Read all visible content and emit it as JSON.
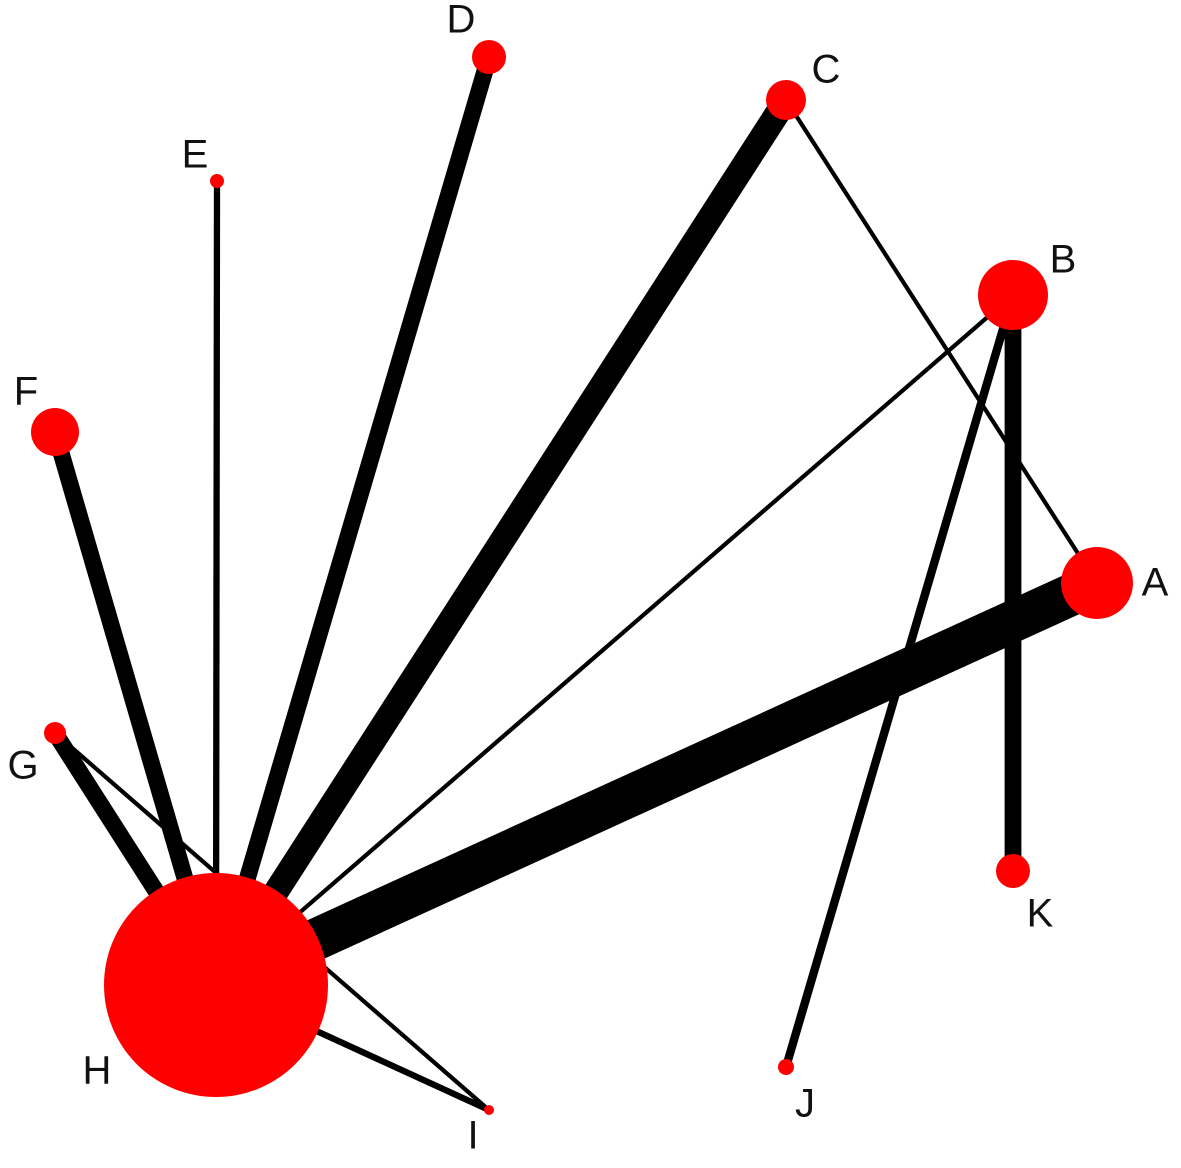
{
  "figure": {
    "type": "network-graph",
    "node_color": "#ff0000",
    "edge_color": "#000000",
    "background_color": "#ffffff",
    "label_color": "#111111"
  },
  "nodes": [
    {
      "id": "A",
      "label": "A",
      "relative_size": 3
    },
    {
      "id": "B",
      "label": "B",
      "relative_size": 3
    },
    {
      "id": "C",
      "label": "C",
      "relative_size": 2
    },
    {
      "id": "D",
      "label": "D",
      "relative_size": 1.5
    },
    {
      "id": "E",
      "label": "E",
      "relative_size": 0.5
    },
    {
      "id": "F",
      "label": "F",
      "relative_size": 2
    },
    {
      "id": "G",
      "label": "G",
      "relative_size": 1
    },
    {
      "id": "H",
      "label": "H",
      "relative_size": 10
    },
    {
      "id": "I",
      "label": "I",
      "relative_size": 0.5
    },
    {
      "id": "J",
      "label": "J",
      "relative_size": 0.7
    },
    {
      "id": "K",
      "label": "K",
      "relative_size": 1.5
    }
  ],
  "edges": [
    {
      "source": "H",
      "target": "A",
      "relative_weight": 10
    },
    {
      "source": "H",
      "target": "C",
      "relative_weight": 6
    },
    {
      "source": "H",
      "target": "D",
      "relative_weight": 4
    },
    {
      "source": "H",
      "target": "F",
      "relative_weight": 4
    },
    {
      "source": "H",
      "target": "G",
      "relative_weight": 4
    },
    {
      "source": "H",
      "target": "E",
      "relative_weight": 1.5
    },
    {
      "source": "H",
      "target": "B",
      "relative_weight": 1
    },
    {
      "source": "H",
      "target": "I",
      "relative_weight": 1.5
    },
    {
      "source": "B",
      "target": "K",
      "relative_weight": 4
    },
    {
      "source": "B",
      "target": "J",
      "relative_weight": 2
    },
    {
      "source": "C",
      "target": "A",
      "relative_weight": 1
    },
    {
      "source": "G",
      "target": "I",
      "relative_weight": 1
    }
  ]
}
